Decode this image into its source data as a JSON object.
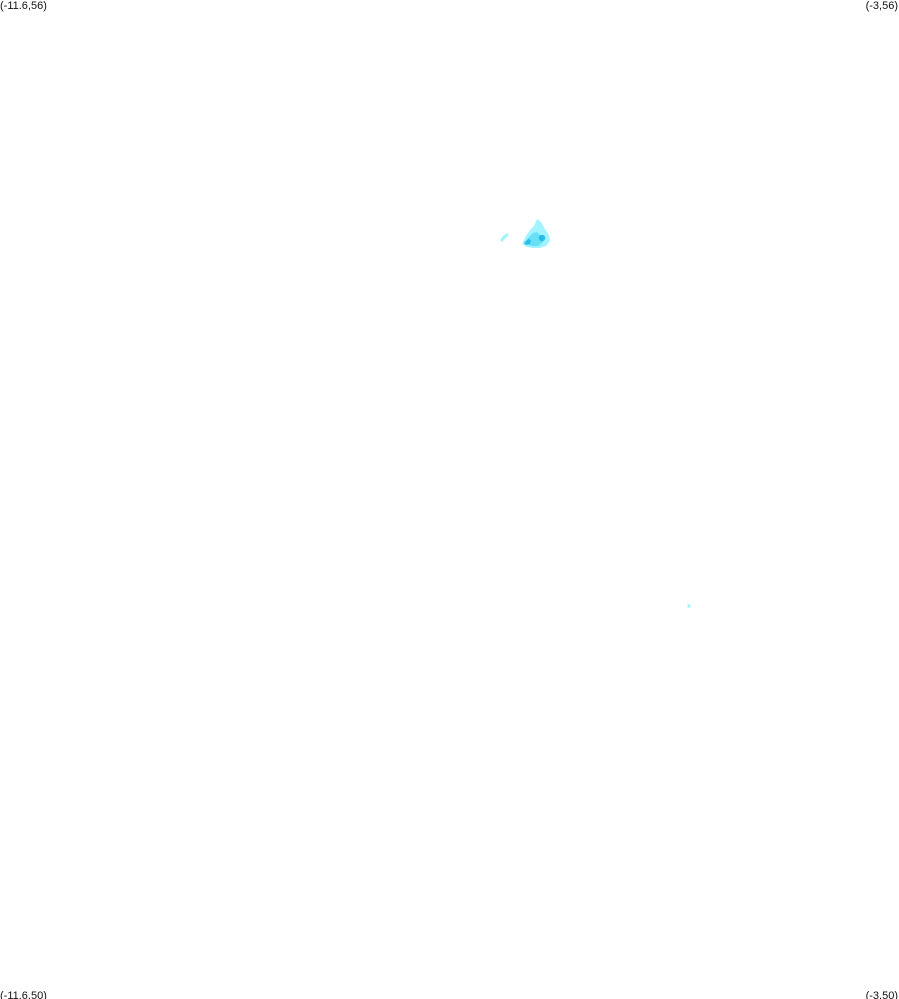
{
  "corners": {
    "top_left": "(-11.6,56)",
    "top_right": "(-3,56)",
    "bottom_left": "(-11.6,50)",
    "bottom_right": "(-3,50)"
  },
  "colors": {
    "background": "#ffffff",
    "light_cyan": "#9cf2ff",
    "mid_cyan": "#5fdcf5",
    "deep_cyan": "#1fb6e6"
  }
}
